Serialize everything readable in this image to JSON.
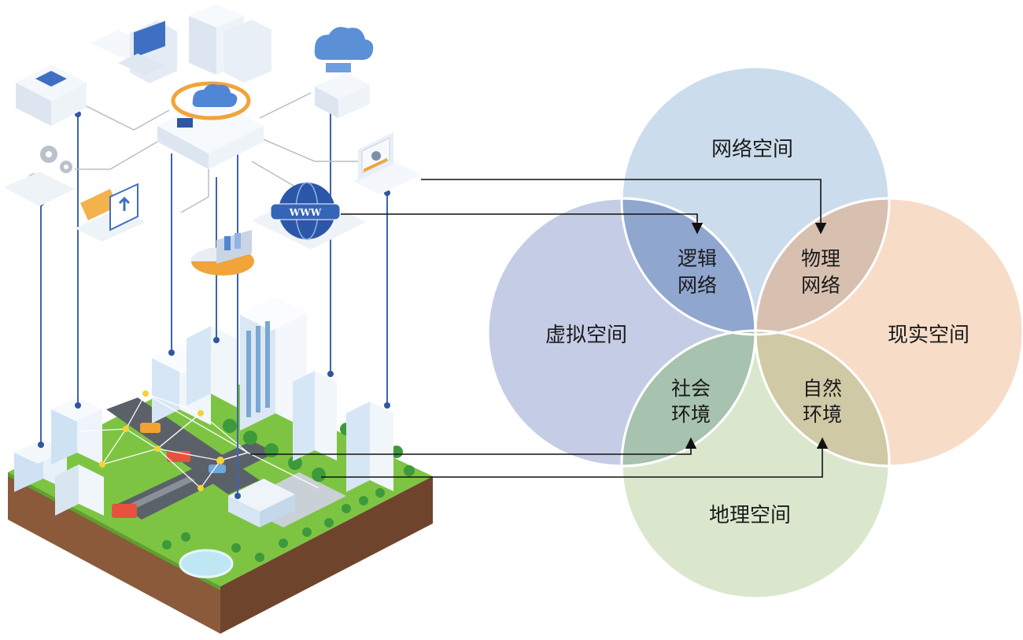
{
  "venn": {
    "spaces": {
      "cyber": "网络空间",
      "virtual": "虚拟空间",
      "real": "现实空间",
      "geo": "地理空间"
    },
    "overlaps": {
      "logical_network_1": "逻辑",
      "logical_network_2": "网络",
      "physical_network_1": "物理",
      "physical_network_2": "网络",
      "social_env_1": "社会",
      "social_env_2": "环境",
      "natural_env_1": "自然",
      "natural_env_2": "环境"
    },
    "colors": {
      "cyber": "#cbdcec",
      "virtual": "#c5cde6",
      "real": "#f7dcc8",
      "geo": "#dae7cd",
      "logical_overlap": "#8fa6cf",
      "physical_overlap": "#d8c0b0",
      "social_overlap": "#a7c2ae",
      "natural_overlap": "#cfc9a6"
    }
  },
  "illustration": {
    "www_label": "WWW"
  }
}
